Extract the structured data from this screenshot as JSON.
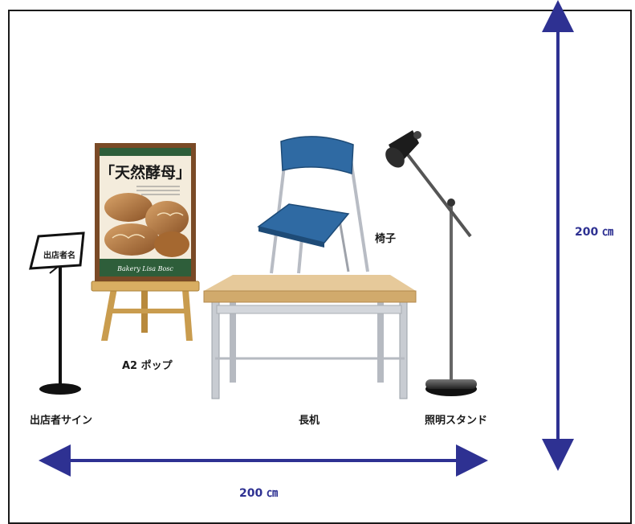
{
  "labels": {
    "sign": "出店者サイン",
    "pop": "A2 ポップ",
    "desk": "長机",
    "chair": "椅子",
    "lamp": "照明スタンド"
  },
  "sign_board": "出店者名",
  "poster": {
    "title": "「天然酵母」",
    "brand": "Bakery Lisa Bosc"
  },
  "dimensions": {
    "width": "200 ㎝",
    "height": "200 ㎝"
  },
  "colors": {
    "dimension_arrow": "#2e3192",
    "chair_blue": "#2f6aa3",
    "table_top": "#e6c99a",
    "easel_wood": "#c99c4e",
    "poster_frame": "#7a4a26",
    "poster_green": "#2e5e3a"
  }
}
